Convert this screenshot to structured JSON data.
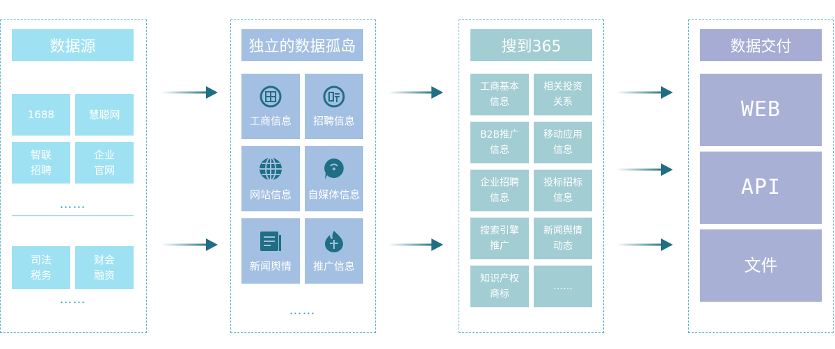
{
  "col1": {
    "title": "数据源",
    "tiles": [
      {
        "label": "1688"
      },
      {
        "label": "慧聪网"
      },
      {
        "label": "智联\n招聘"
      },
      {
        "label": "企业\n官网"
      },
      {
        "label": "司法\n税务"
      },
      {
        "label": "财会\n融资"
      }
    ],
    "ellipsis_1": "……",
    "ellipsis_2": "……"
  },
  "col2": {
    "title": "独立的数据孤岛",
    "tiles": [
      {
        "label": "工商信息",
        "icon": "business-seal-icon"
      },
      {
        "label": "招聘信息",
        "icon": "recruit-icon"
      },
      {
        "label": "网站信息",
        "icon": "globe-icon"
      },
      {
        "label": "自媒体信息",
        "icon": "chat-bubble-icon"
      },
      {
        "label": "新闻舆情",
        "icon": "news-icon"
      },
      {
        "label": "推广信息",
        "icon": "promotion-flame-icon"
      }
    ],
    "ellipsis": "……"
  },
  "col3": {
    "title": "搜到365",
    "tiles": [
      {
        "label": "工商基本\n信息"
      },
      {
        "label": "相关投资\n关系"
      },
      {
        "label": "B2B推广\n信息"
      },
      {
        "label": "移动应用\n信息"
      },
      {
        "label": "企业招聘\n信息"
      },
      {
        "label": "投标招标\n信息"
      },
      {
        "label": "搜索引擎\n推广"
      },
      {
        "label": "新闻舆情\n动态"
      },
      {
        "label": "知识产权\n商标"
      },
      {
        "label": "……"
      }
    ]
  },
  "col4": {
    "title": "数据交付",
    "tiles": [
      {
        "label": "WEB"
      },
      {
        "label": "API"
      },
      {
        "label": "文件"
      }
    ]
  },
  "colors": {
    "dashed_border": "#5ab2cc",
    "arrow": "#1f6e84",
    "source_tile": "#9ee1f3",
    "island_tile": "#a3bfe2",
    "product_tile": "#a2cdd2",
    "delivery_tile": "#a9b0d5"
  }
}
